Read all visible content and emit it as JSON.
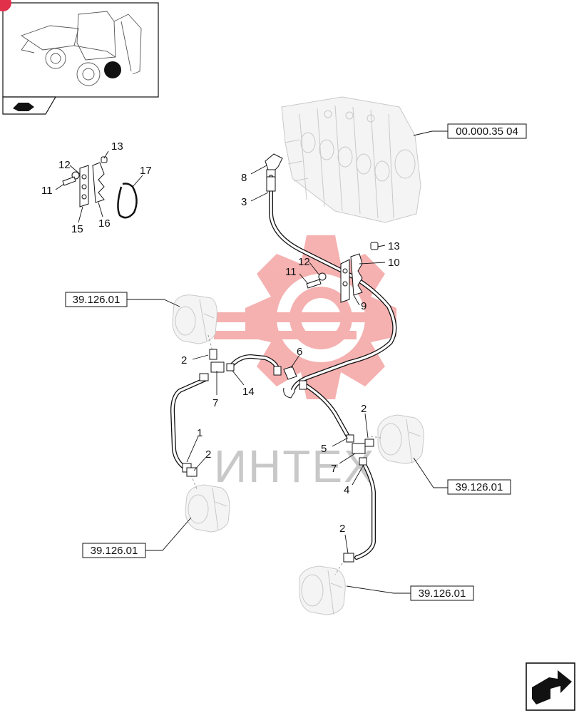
{
  "refs": {
    "valve_ref": "00.000.35 04",
    "motor_ref_top_left": "39.126.01",
    "motor_ref_bottom_left": "39.126.01",
    "motor_ref_right": "39.126.01",
    "motor_ref_bottom": "39.126.01"
  },
  "watermark": "ИНТЕХ",
  "callouts": {
    "c13a": "13",
    "c12a": "12",
    "c17": "17",
    "c11a": "11",
    "c15": "15",
    "c16": "16",
    "c8": "8",
    "c3": "3",
    "c13b": "13",
    "c10": "10",
    "c12b": "12",
    "c11b": "11",
    "c9": "9",
    "c6": "6",
    "c2a": "2",
    "c14": "14",
    "c7a": "7",
    "c1": "1",
    "c2b": "2",
    "c2c": "2",
    "c5": "5",
    "c7b": "7",
    "c4": "4",
    "c2d": "2"
  },
  "colors": {
    "watermark_gear": "#f4a3a3",
    "line": "#111111",
    "ghost": "#c9c9c9"
  },
  "icons": {
    "nav": "nav-arrow-icon",
    "corner": "corner-badge-icon"
  }
}
